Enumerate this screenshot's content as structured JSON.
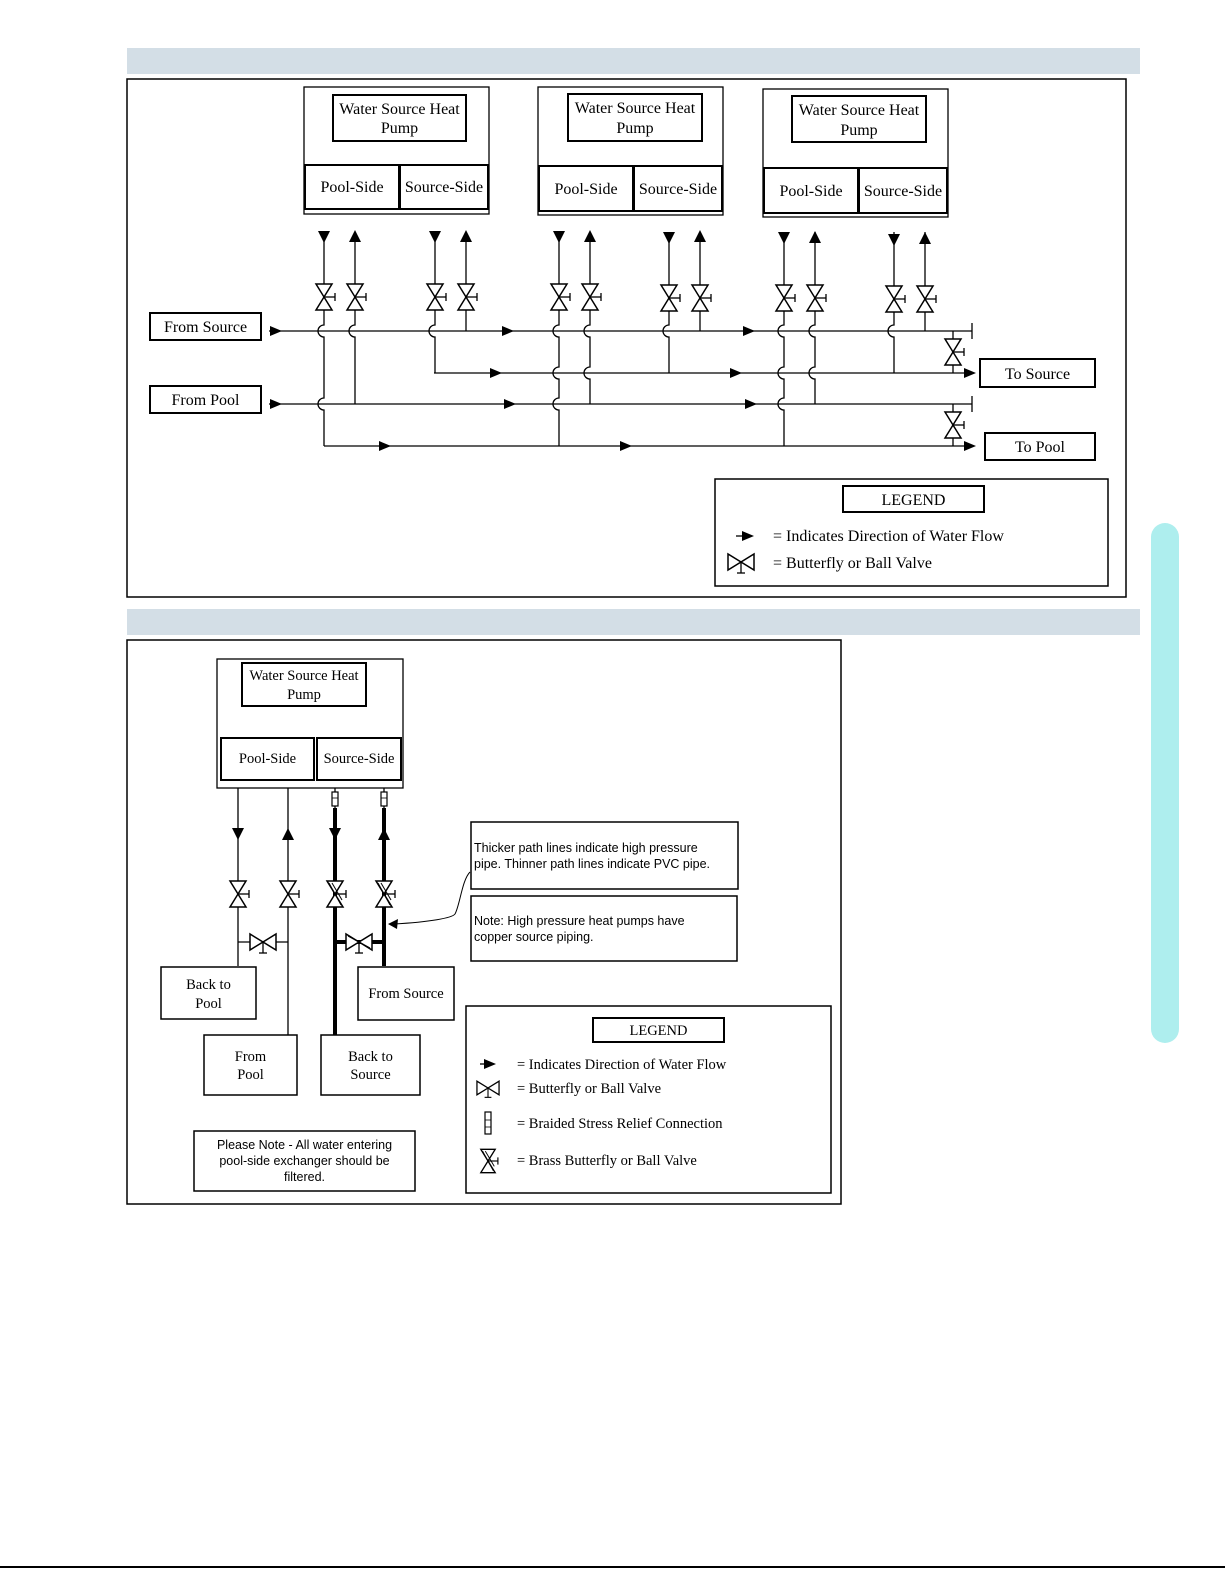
{
  "colors": {
    "band": "#d3dee6",
    "side_tab": "#aeeeee",
    "line": "#000000"
  },
  "diagram1": {
    "pumps": [
      {
        "title_line1": "Water Source Heat",
        "title_line2": "Pump",
        "pool_side": "Pool-Side",
        "source_side": "Source-Side"
      },
      {
        "title_line1": "Water Source Heat",
        "title_line2": "Pump",
        "pool_side": "Pool-Side",
        "source_side": "Source-Side"
      },
      {
        "title_line1": "Water Source Heat",
        "title_line2": "Pump",
        "pool_side": "Pool-Side",
        "source_side": "Source-Side"
      }
    ],
    "from_source": "From Source",
    "from_pool": "From Pool",
    "to_source": "To Source",
    "to_pool": "To Pool",
    "legend": {
      "title": "LEGEND",
      "flow": "= Indicates Direction of Water Flow",
      "valve": "= Butterfly or Ball Valve"
    }
  },
  "diagram2": {
    "pump": {
      "title_line1": "Water Source Heat",
      "title_line2": "Pump",
      "pool_side": "Pool-Side",
      "source_side": "Source-Side"
    },
    "back_to_pool": [
      "Back to",
      "Pool"
    ],
    "from_pool": [
      "From",
      "Pool"
    ],
    "back_to_source": [
      "Back to",
      "Source"
    ],
    "from_source": "From Source",
    "note_thick": [
      "Thicker path lines indicate high pressure",
      "pipe. Thinner path lines indicate PVC pipe."
    ],
    "note_copper": [
      "Note: High pressure heat pumps have",
      "copper source piping."
    ],
    "please_note": [
      "Please Note - All water entering",
      "pool-side exchanger should be",
      "filtered."
    ],
    "legend": {
      "title": "LEGEND",
      "flow": "= Indicates Direction of Water Flow",
      "valve": "= Butterfly or Ball Valve",
      "braided": "= Braided Stress Relief Connection",
      "brass": "= Brass Butterfly or Ball Valve"
    }
  }
}
